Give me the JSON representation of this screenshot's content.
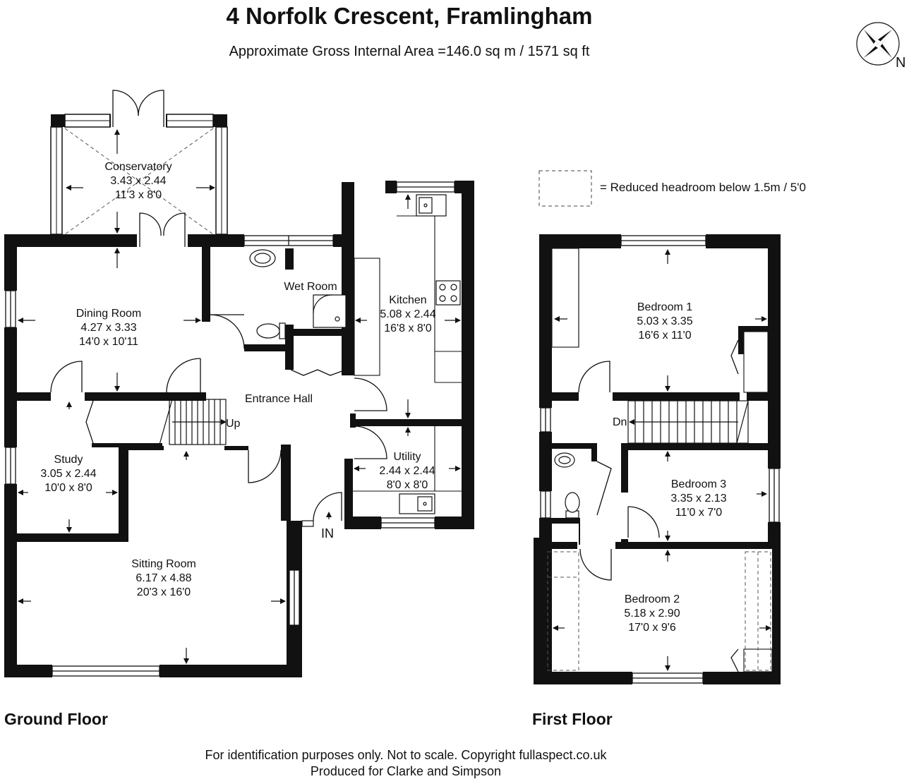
{
  "header": {
    "title": "4 Norfolk Crescent, Framlingham",
    "subtitle": "Approximate Gross Internal Area =146.0 sq m / 1571 sq ft",
    "compass_label": "N"
  },
  "legend": {
    "text": "= Reduced headroom below 1.5m / 5'0"
  },
  "ground_floor": {
    "label": "Ground Floor",
    "rooms": [
      {
        "name": "Conservatory",
        "metric": "3.43 x 2.44",
        "imperial": "11'3 x 8'0"
      },
      {
        "name": "Dining Room",
        "metric": "4.27 x 3.33",
        "imperial": "14'0 x 10'11"
      },
      {
        "name": "Wet Room"
      },
      {
        "name": "Kitchen",
        "metric": "5.08 x 2.44",
        "imperial": "16'8 x 8'0"
      },
      {
        "name": "Entrance Hall"
      },
      {
        "name": "Study",
        "metric": "3.05 x 2.44",
        "imperial": "10'0 x 8'0"
      },
      {
        "name": "Utility",
        "metric": "2.44 x 2.44",
        "imperial": "8'0 x 8'0"
      },
      {
        "name": "Sitting Room",
        "metric": "6.17 x 4.88",
        "imperial": "20'3 x 16'0"
      }
    ],
    "stairs_label": "Up",
    "entrance_label": "IN"
  },
  "first_floor": {
    "label": "First Floor",
    "rooms": [
      {
        "name": "Bedroom 1",
        "metric": "5.03 x 3.35",
        "imperial": "16'6 x 11'0"
      },
      {
        "name": "Bedroom 3",
        "metric": "3.35 x 2.13",
        "imperial": "11'0 x 7'0"
      },
      {
        "name": "Bedroom 2",
        "metric": "5.18 x 2.90",
        "imperial": "17'0 x 9'6"
      }
    ],
    "stairs_label": "Dn"
  },
  "footer": {
    "line1": "For identification purposes only. Not to scale. Copyright fullaspect.co.uk",
    "line2": "Produced for Clarke and Simpson"
  }
}
